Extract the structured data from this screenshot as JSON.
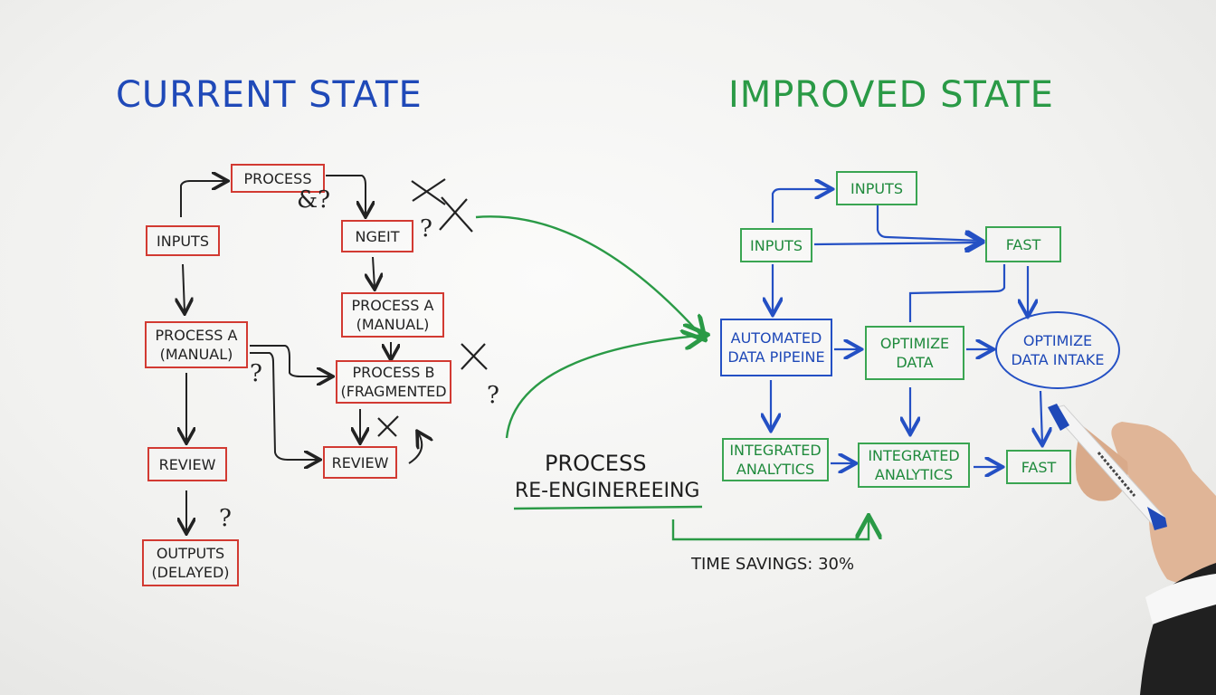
{
  "headings": {
    "current": "CURRENT STATE",
    "improved": "IMPROVED STATE"
  },
  "current_state": {
    "process_top": "PROCESS",
    "inputs": "INPUTS",
    "ngeit": "NGEIT",
    "process_a_left": [
      "PROCESS A",
      "(MANUAL)"
    ],
    "process_a_mid": [
      "PROCESS A",
      "(MANUAL)"
    ],
    "process_b": [
      "PROCESS B",
      "(FRAGMENTED"
    ],
    "review_left": "REVIEW",
    "review_mid": "REVIEW",
    "outputs": [
      "OUTPUTS",
      "(DELAYED)"
    ],
    "marks": {
      "amp_q": "&?",
      "q1": "?",
      "q2": "?",
      "q3": "?",
      "q4": "?"
    }
  },
  "transition": {
    "line1": "PROCESS",
    "line2": "RE-ENGINEREEING",
    "time_savings": "TIME SAVINGS: 30%"
  },
  "improved_state": {
    "inputs_top": "INPUTS",
    "inputs_left": "INPUTS",
    "fast_top": "FAST",
    "automated": [
      "AUTOMATED",
      "DATA PIPEINE"
    ],
    "optimize_data": [
      "OPTIMIZE",
      "DATA"
    ],
    "optimize_intake": [
      "OPTIMIZE",
      "DATA INTAKE"
    ],
    "integrated_left": [
      "INTEGRATED",
      "ANALYTICS"
    ],
    "integrated_mid": [
      "INTEGRATED",
      "ANALYTICS"
    ],
    "fast_bottom": "FAST"
  },
  "colors": {
    "current_accent": "#d23a32",
    "improved_green": "#3aa552",
    "improved_blue": "#2450c4"
  }
}
